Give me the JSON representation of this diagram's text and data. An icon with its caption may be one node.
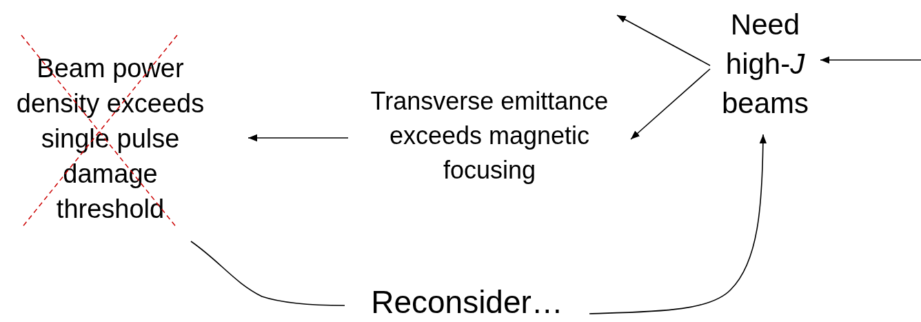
{
  "diagram": {
    "nodes": [
      {
        "text": [
          "Beam power density exceeds single pulse damage threshold"
        ]
      },
      {
        "text": [
          "Transverse emittance exceeds magnetic focusing"
        ]
      },
      {
        "text": [
          "Need high-*J* beams"
        ]
      },
      {
        "text": [
          "Reconsider…"
        ]
      }
    ],
    "edges": [
      {
        "from": 1,
        "to": 0,
        "arrow": "to"
      },
      {
        "from": 2,
        "to": 1,
        "arrow": "to"
      },
      {
        "from": 2,
        "to": null,
        "arrow": "to"
      },
      {
        "from": null,
        "to": 2,
        "arrow": "to"
      },
      {
        "from": 0,
        "to": 3,
        "arrow": "none"
      },
      {
        "from": 3,
        "to": 2,
        "arrow": "to"
      }
    ]
  }
}
